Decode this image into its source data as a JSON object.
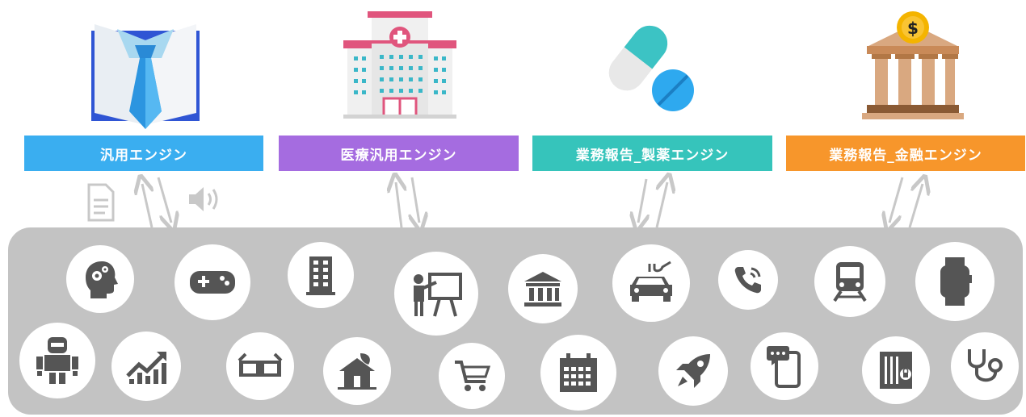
{
  "engines": [
    {
      "label": "汎用エンジン",
      "color": "#3aaef0",
      "icon": "book-tie-icon"
    },
    {
      "label": "医療汎用エンジン",
      "color": "#a56ce0",
      "icon": "hospital-icon"
    },
    {
      "label": "業務報告_製薬エンジン",
      "color": "#36c4bb",
      "icon": "pill-icon"
    },
    {
      "label": "業務報告_金融エンジン",
      "color": "#f7962b",
      "icon": "bank-dollar-icon"
    }
  ],
  "io_icons": [
    "document-icon",
    "speaker-icon"
  ],
  "usecase_icons": [
    "brain-gears-icon",
    "gamepad-icon",
    "building-icon",
    "presentation-icon",
    "bank-icon",
    "electric-car-icon",
    "phone-call-icon",
    "train-icon",
    "smartwatch-icon",
    "robot-icon",
    "trend-chart-icon",
    "3d-glasses-icon",
    "eco-house-icon",
    "shopping-cart-icon",
    "calendar-icon",
    "rocket-icon",
    "mobile-chat-icon",
    "locker-icon",
    "stethoscope-icon"
  ]
}
